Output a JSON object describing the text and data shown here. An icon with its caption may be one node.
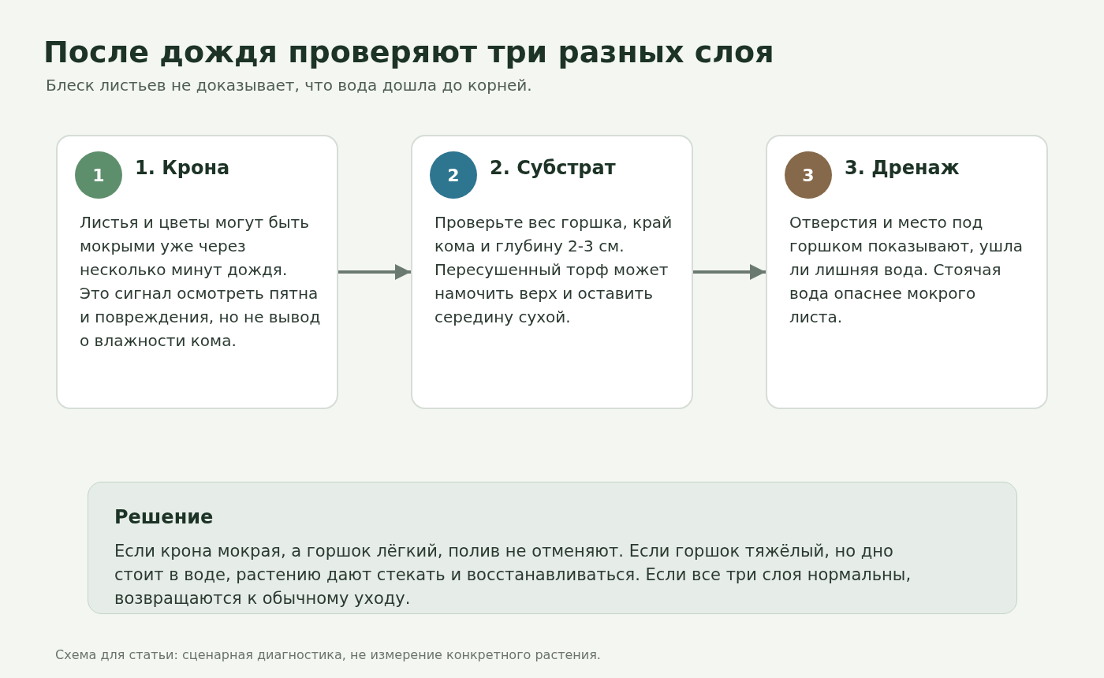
{
  "diagram": {
    "title": "После дождя проверяют три разных слоя",
    "caption": "Схема для статьи: сценарная диагностика, не измерение конкретного растения.",
    "nodes": [
      {
        "text": [
          "1. Крона",
          "Листья и цветы могут быть мокрыми уже через несколько минут дождя. Это сигнал осмотреть пятна и повреждения, но не вывод о влажности кома."
        ]
      },
      {
        "text": [
          "1"
        ],
        "in": 0
      },
      {
        "text": [
          "2. Субстрат",
          "Проверьте вес горшка, край кома и глубину 2-3 см. Пересушенный торф может намочить верх и оставить середину сухой."
        ]
      },
      {
        "text": [
          "2"
        ],
        "in": 2
      },
      {
        "text": [
          "3. Дренаж",
          "Отверстия и место под горшком показывают, ушла ли лишняя вода. Стоячая вода опаснее мокрого листа."
        ]
      },
      {
        "text": [
          "3"
        ],
        "in": 4
      },
      {
        "text": [
          "Решение",
          "Если крона мокрая, а горшок лёгкий, полив не отменяют. Если горшок тяжёлый, но дно стоит в воде, растению дают стекать и восстанавливаться. Если все три слоя нормальны, возвращаются к обычному уходу."
        ]
      }
    ],
    "edges": [
      {
        "from": 0,
        "to": 2,
        "arrow": "to"
      },
      {
        "from": 2,
        "to": 4,
        "arrow": "to"
      }
    ],
    "labels": [
      "Блеск листьев не доказывает, что вода дошла до корней."
    ]
  }
}
